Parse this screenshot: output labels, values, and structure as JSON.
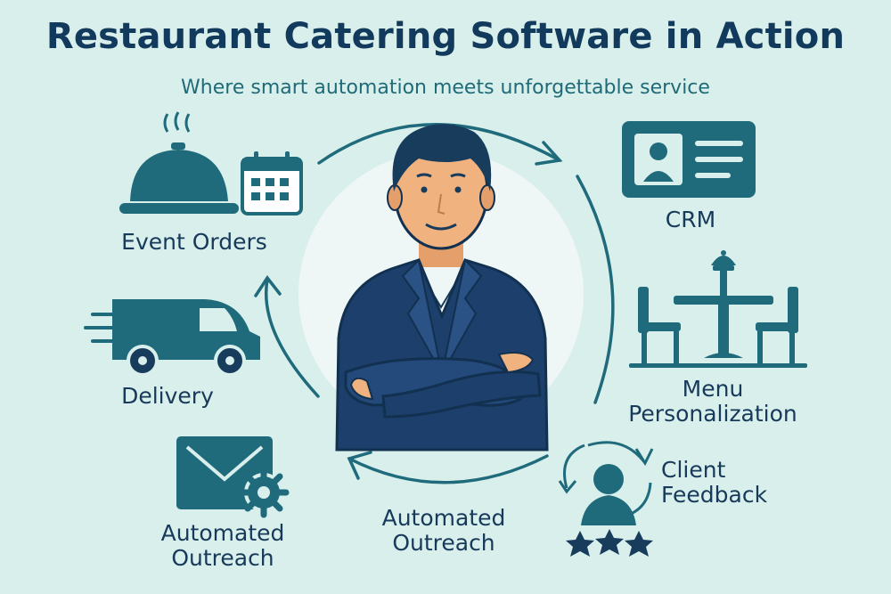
{
  "title": "Restaurant Catering Software in Action",
  "subtitle": "Where smart automation meets unforgettable service",
  "features": {
    "event_orders": "Event Orders",
    "delivery": "Delivery",
    "automated_outreach_left": [
      "Automated",
      "Outreach"
    ],
    "crm": "CRM",
    "menu_personalization": [
      "Menu",
      "Personalization"
    ],
    "client_feedback": [
      "Client",
      "Feedback"
    ],
    "automated_outreach_center": [
      "Automated",
      "Outreach"
    ]
  },
  "colors": {
    "background": "#d9efec",
    "primary": "#1f6b7c",
    "dark_navy": "#173c5c",
    "suit": "#1d3f6b",
    "skin": "#f0b27f",
    "halo": "#eef7f5"
  },
  "icons": [
    "cloche-icon",
    "calendar-icon",
    "delivery-van-icon",
    "envelope-gear-icon",
    "crm-card-icon",
    "dining-table-icon",
    "feedback-cycle-icon",
    "star-icon"
  ]
}
